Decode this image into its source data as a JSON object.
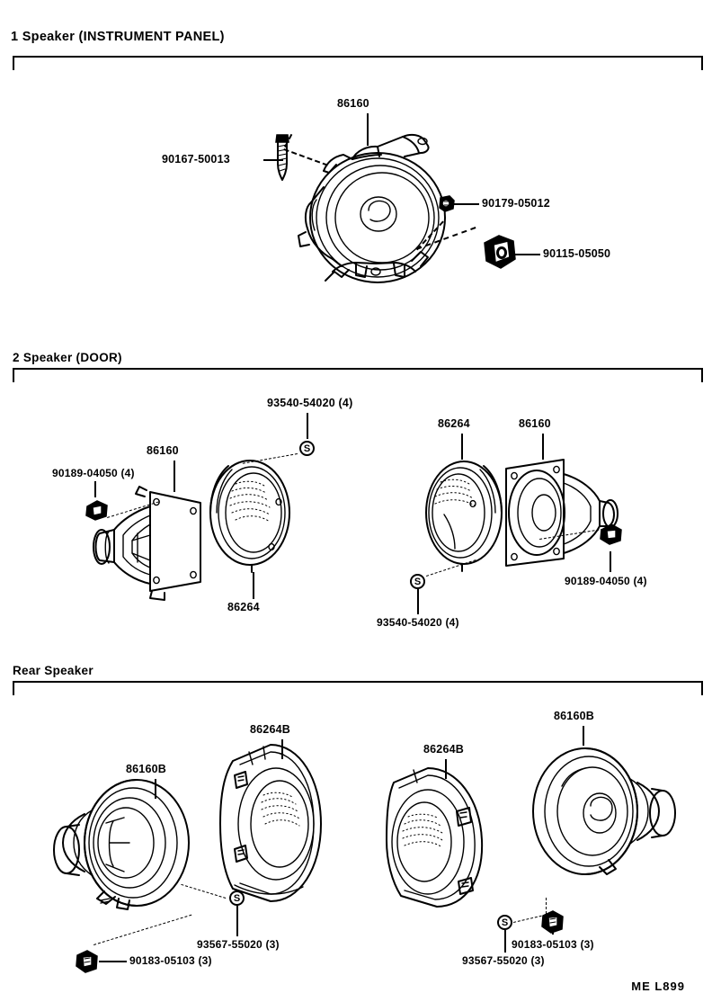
{
  "document": {
    "footer_code": "ME  L899"
  },
  "sections": [
    {
      "id": "instrument-panel",
      "title": "1 Speaker (INSTRUMENT PANEL)",
      "labels": [
        {
          "key": "speaker_assy",
          "text": "86160"
        },
        {
          "key": "screw",
          "text": "90167-50013"
        },
        {
          "key": "nut",
          "text": "90179-05012"
        },
        {
          "key": "clamp",
          "text": "90115-05050"
        }
      ]
    },
    {
      "id": "door",
      "title": "2 Speaker (DOOR)",
      "labels": [
        {
          "key": "grille_screw_left",
          "text": "93540-54020 (4)"
        },
        {
          "key": "speaker_assy_left",
          "text": "86160"
        },
        {
          "key": "nut_left",
          "text": "90189-04050 (4)"
        },
        {
          "key": "grille_left",
          "text": "86264"
        },
        {
          "key": "grille_right",
          "text": "86264"
        },
        {
          "key": "speaker_assy_right",
          "text": "86160"
        },
        {
          "key": "nut_right",
          "text": "90189-04050 (4)"
        },
        {
          "key": "grille_screw_right",
          "text": "93540-54020 (4)"
        }
      ]
    },
    {
      "id": "rear",
      "title": "Rear Speaker",
      "labels": [
        {
          "key": "grille_left",
          "text": "86264B"
        },
        {
          "key": "speaker_assy_left",
          "text": "86160B"
        },
        {
          "key": "screw_left",
          "text": "93567-55020 (3)"
        },
        {
          "key": "nut_left",
          "text": "90183-05103 (3)"
        },
        {
          "key": "grille_right",
          "text": "86264B"
        },
        {
          "key": "speaker_assy_right",
          "text": "86160B"
        },
        {
          "key": "screw_right",
          "text": "93567-55020 (3)"
        },
        {
          "key": "nut_right",
          "text": "90183-05103 (3)"
        }
      ]
    }
  ],
  "icons": {
    "screw_marker": "S"
  }
}
